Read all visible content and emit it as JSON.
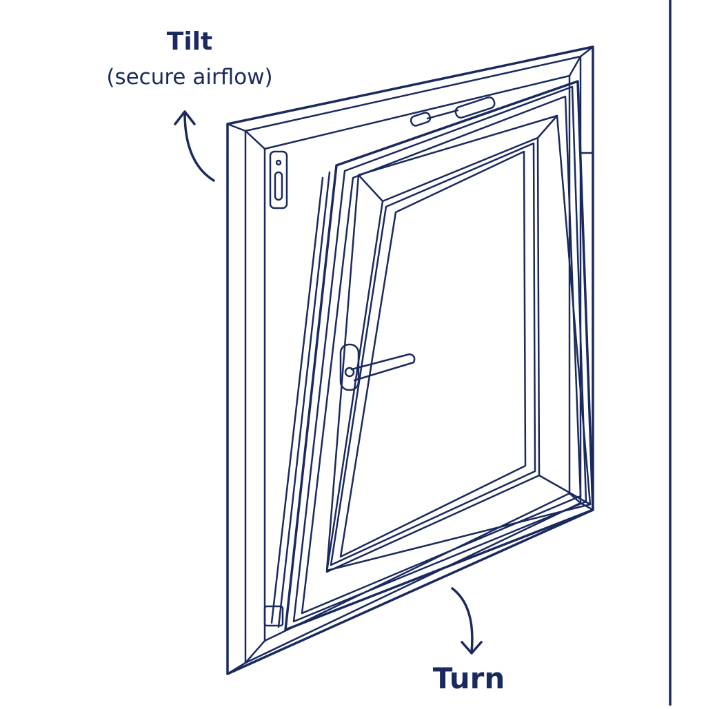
{
  "labels": {
    "tilt_title": "Tilt",
    "tilt_subtitle": "(secure airflow)",
    "turn_title": "Turn"
  },
  "colors": {
    "line": "#1b2a5e",
    "background": "#ffffff"
  }
}
